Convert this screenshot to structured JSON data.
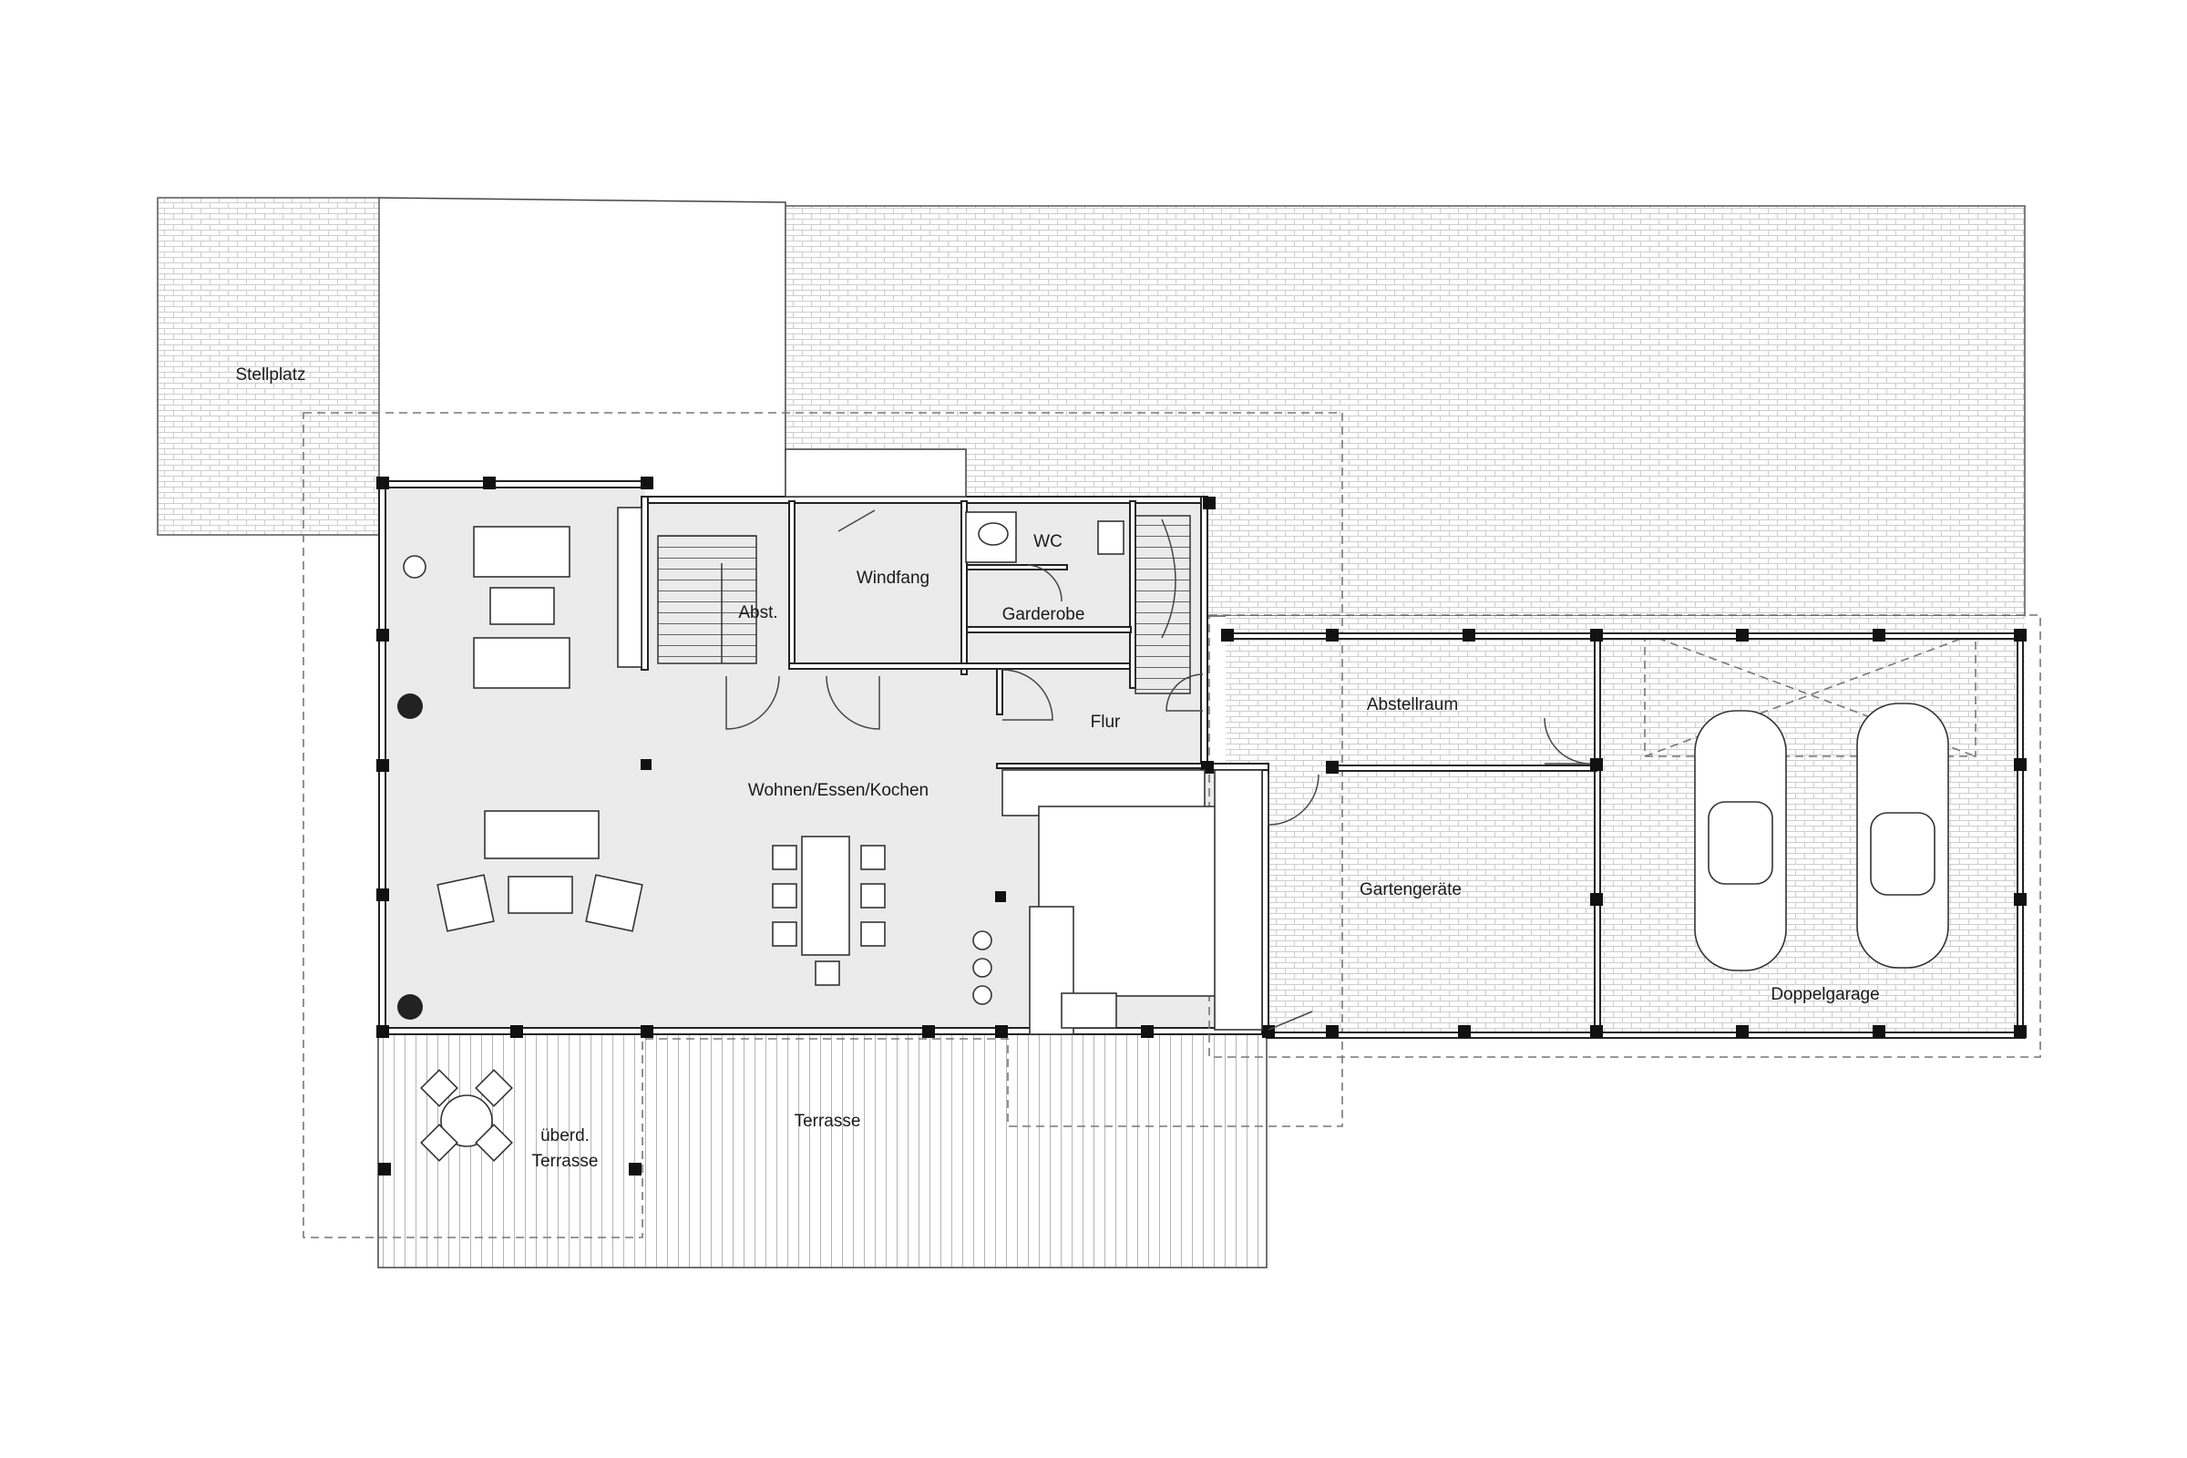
{
  "rooms": {
    "stellplatz": "Stellplatz",
    "windfang": "Windfang",
    "wc": "WC",
    "abst": "Abst.",
    "garderobe": "Garderobe",
    "flur": "Flur",
    "wohnen": "Wohnen/Essen/Kochen",
    "abstellraum": "Abstellraum",
    "gartengeraete": "Gartengeräte",
    "doppelgarage": "Doppelgarage",
    "ueberd_terrasse_1": "überd.",
    "ueberd_terrasse_2": "Terrasse",
    "terrasse": "Terrasse"
  },
  "colors": {
    "interior_fill": "#ebebeb",
    "paving_line": "#c9c9c9",
    "wall": "#222222"
  }
}
